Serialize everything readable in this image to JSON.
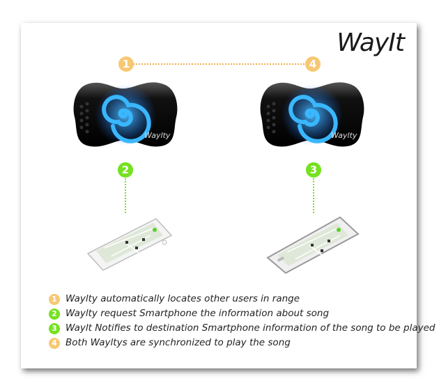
{
  "brand": {
    "title": "WayIt",
    "device_label": "Waylty"
  },
  "badges": {
    "b1": "1",
    "b2": "2",
    "b3": "3",
    "b4": "4"
  },
  "legend": [
    {
      "num": "1",
      "color": "orange",
      "text": "Waylty automatically locates other users in range"
    },
    {
      "num": "2",
      "color": "green",
      "text": "Waylty request Smartphone the information about song"
    },
    {
      "num": "3",
      "color": "green",
      "text": "Waylt Notifies to destination Smartphone information of the song to be played"
    },
    {
      "num": "4",
      "color": "orange",
      "text": "Both Wayltys are synchronized to play the song"
    }
  ],
  "colors": {
    "orange": "#f7c873",
    "green": "#74e21e",
    "glow": "#1aa3ff"
  }
}
